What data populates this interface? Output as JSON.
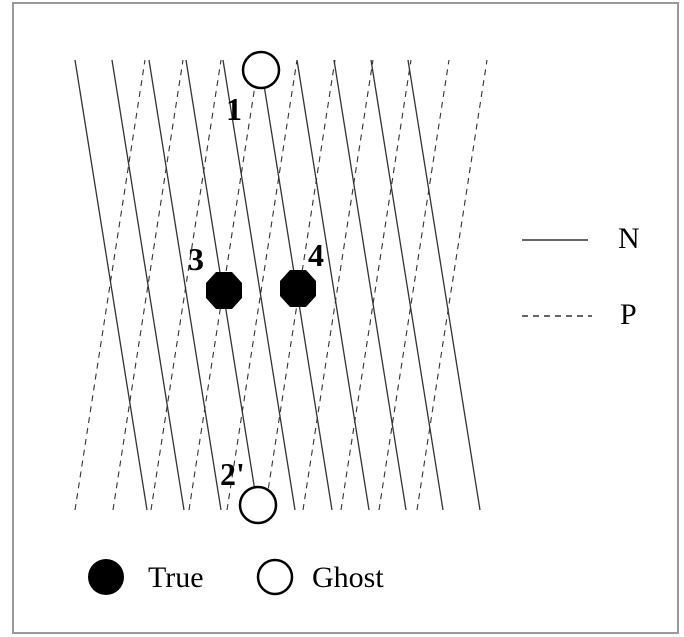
{
  "diagram": {
    "frame_color": "#999999",
    "line_color": "#333333",
    "hit_labels": {
      "ghost_1": "1",
      "ghost_2": "2'",
      "true_3": "3",
      "true_4": "4"
    },
    "strip_legend": {
      "n_label": "N",
      "p_label": "P"
    },
    "hit_legend": {
      "true_label": "True",
      "ghost_label": "Ghost"
    }
  }
}
